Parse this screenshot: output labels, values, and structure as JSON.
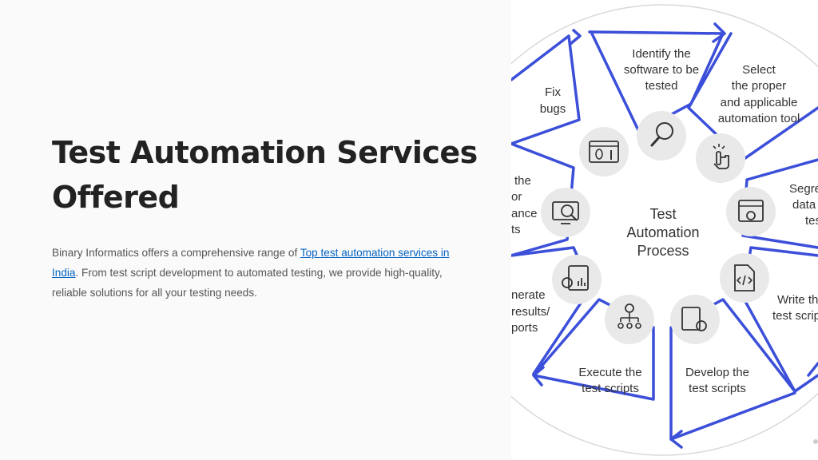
{
  "slide": {
    "title": "Test Automation Services Offered",
    "description_before": "Binary Informatics offers a comprehensive range of ",
    "link_text": "Top test automation services in India",
    "description_after": ". From test script development to automated testing, we provide high-quality, reliable solutions for all your testing needs."
  },
  "diagram": {
    "center": [
      "Test",
      "Automation",
      "Process"
    ],
    "steps": [
      {
        "lines": [
          "Identify the",
          "software to be",
          "tested"
        ],
        "icon": "magnifier-icon"
      },
      {
        "lines": [
          "Select",
          "the proper",
          "and applicable",
          "automation tool"
        ],
        "icon": "pointer-hand-icon"
      },
      {
        "lines": [
          "Segre",
          "data",
          "tes"
        ],
        "icon": "browser-gear-icon"
      },
      {
        "lines": [
          "Write th",
          "test scrip"
        ],
        "icon": "code-file-icon"
      },
      {
        "lines": [
          "Develop the",
          "test scripts"
        ],
        "icon": "script-gear-icon"
      },
      {
        "lines": [
          "Execute the",
          "test scripts"
        ],
        "icon": "org-chart-gear-icon"
      },
      {
        "lines": [
          "nerate",
          "results/",
          "ports"
        ],
        "icon": "report-gear-icon"
      },
      {
        "lines": [
          "the",
          "or",
          "ance",
          "ts"
        ],
        "icon": "monitor-bug-icon"
      },
      {
        "lines": [
          "Fix",
          "bugs"
        ],
        "icon": "bug-wrench-icon"
      }
    ],
    "colors": {
      "arrow": "#3b4fd9",
      "icon_bg": "#e9e9e9",
      "ring": "#d9d9d9"
    }
  }
}
